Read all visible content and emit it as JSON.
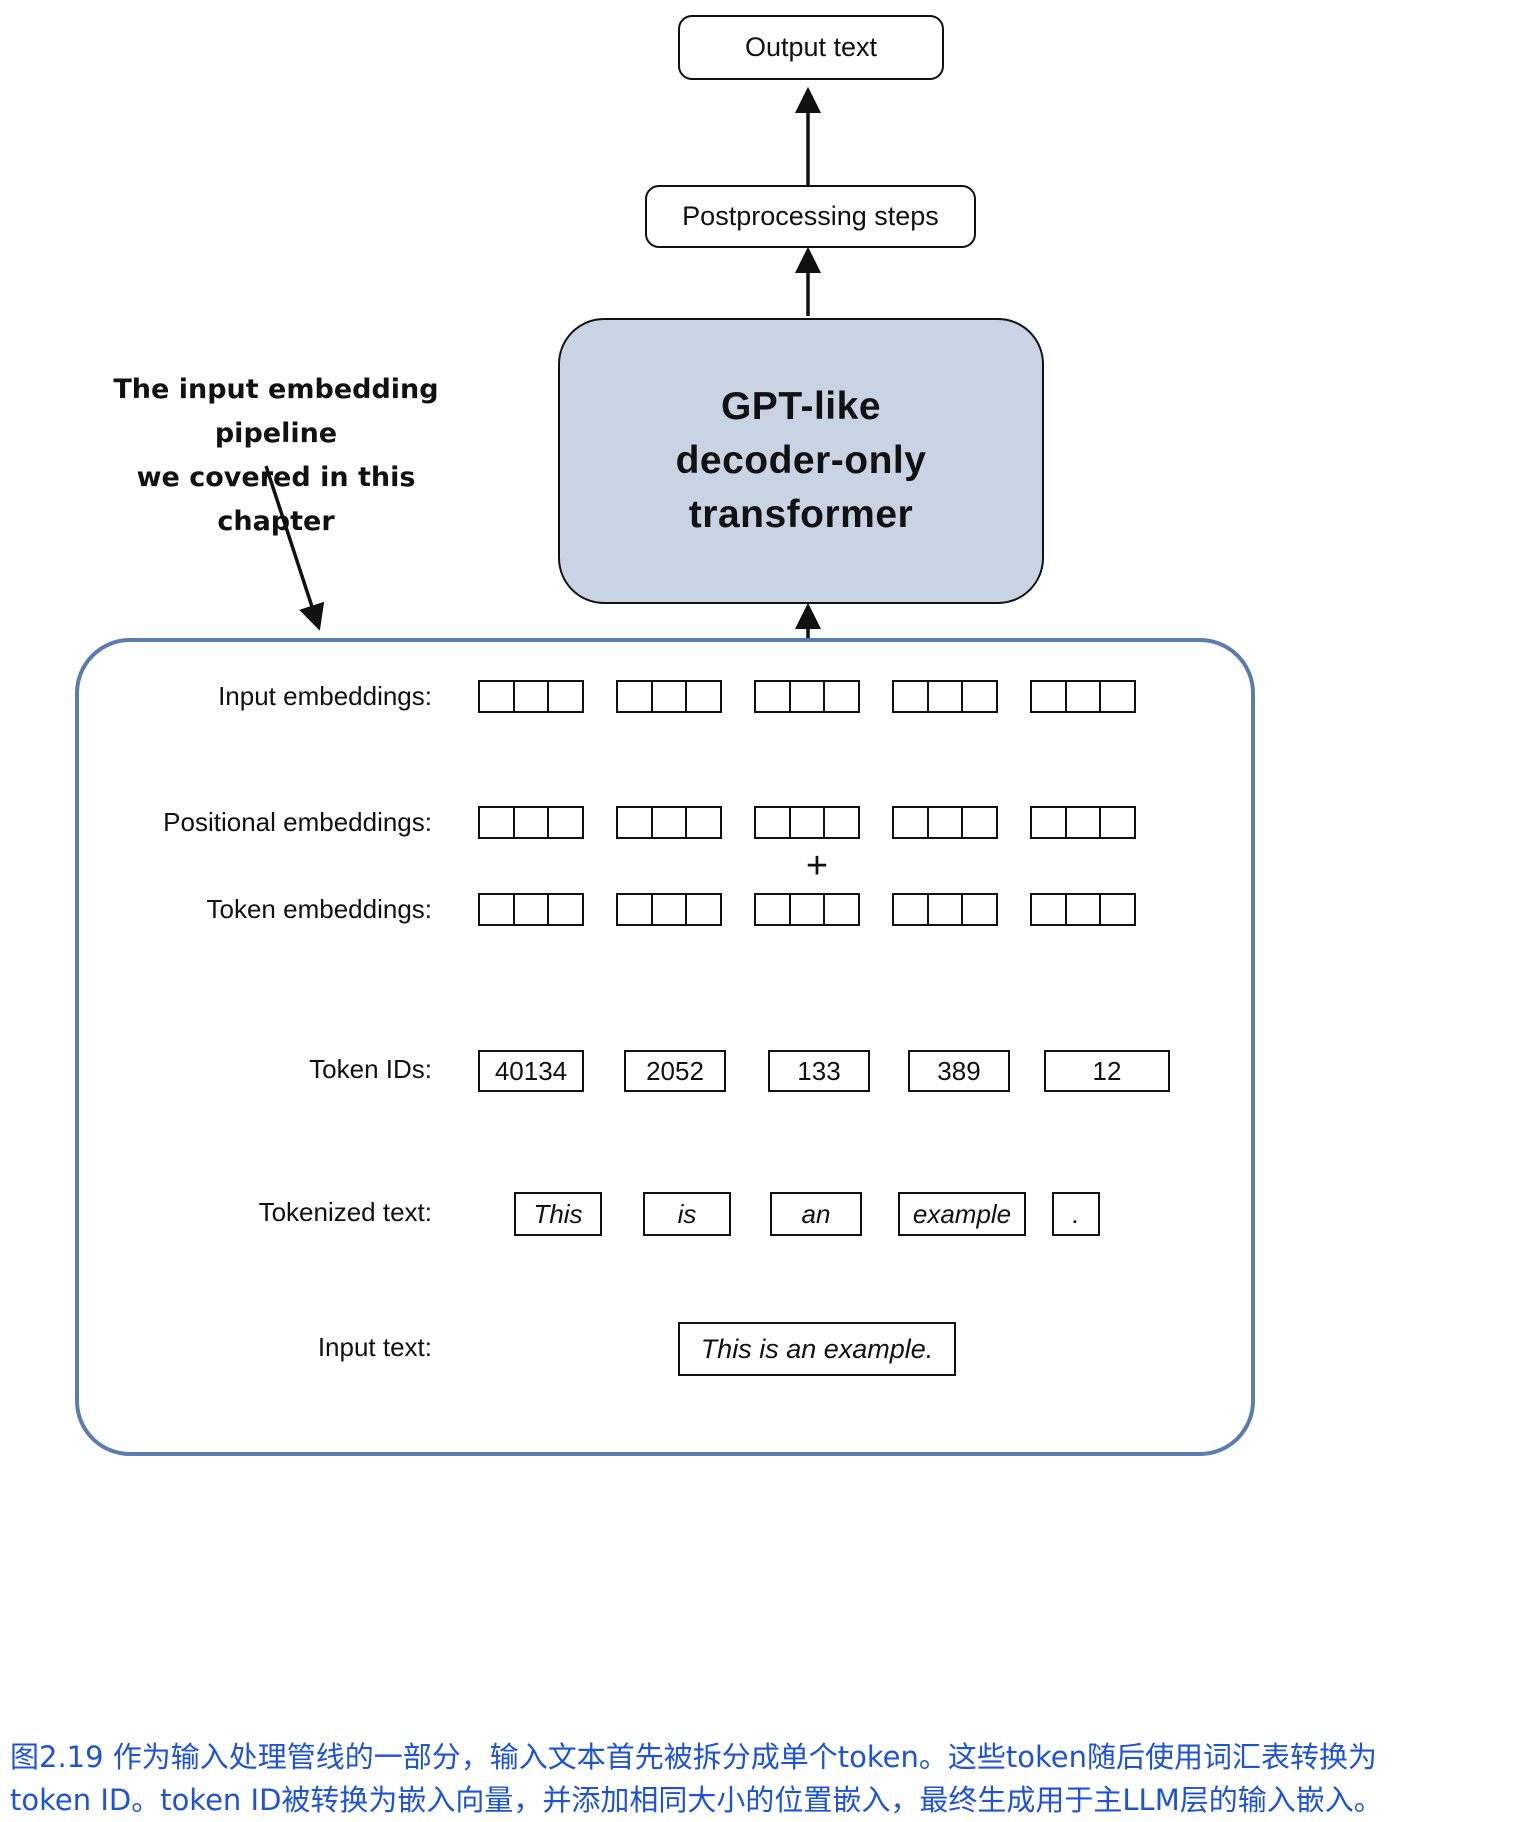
{
  "flow": {
    "output_text": "Output text",
    "postprocessing": "Postprocessing steps",
    "transformer_line1": "GPT-like",
    "transformer_line2": "decoder-only",
    "transformer_line3": "transformer"
  },
  "annotation": {
    "line1": "The input embedding pipeline",
    "line2": "we covered in this chapter"
  },
  "pipeline": {
    "labels": {
      "input_embeddings": "Input embeddings:",
      "positional_embeddings": "Positional embeddings:",
      "token_embeddings": "Token embeddings:",
      "token_ids": "Token IDs:",
      "tokenized_text": "Tokenized text:",
      "input_text": "Input text:"
    },
    "plus": "+",
    "token_ids": [
      "40134",
      "2052",
      "133",
      "389",
      "12"
    ],
    "tokens": [
      "This",
      "is",
      "an",
      "example",
      "."
    ],
    "input_text": "This is an example."
  },
  "caption": {
    "line1": "图2.19 作为输入处理管线的一部分，输入文本首先被拆分成单个token。这些token随后使用词汇表转换为",
    "line2": "token ID。token ID被转换为嵌入向量，并添加相同大小的位置嵌入，最终生成用于主LLM层的输入嵌入。"
  },
  "colors": {
    "transformer_fill": "#c8d3e3",
    "pipeline_border": "#5b7cae",
    "caption_text": "#1f53d6",
    "arrow": "#111111"
  }
}
